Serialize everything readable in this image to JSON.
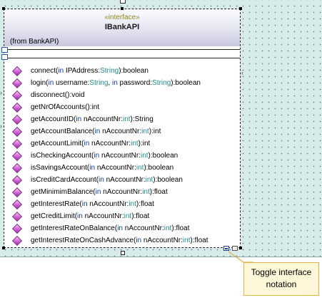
{
  "diagram": {
    "stereotype": "«interface»",
    "class_name": "IBankAPI",
    "from_package": "(from BankAPI)",
    "operations": [
      {
        "name": "connect(",
        "kw": "in",
        "rest1": " IPAddress:",
        "type1": "String",
        "rest2": "",
        "kw2": "",
        "rest3": "",
        "type2": "",
        "ret": "):boolean"
      },
      {
        "name": "login(",
        "kw": "in",
        "rest1": " username:",
        "type1": "String",
        "rest2": ", ",
        "kw2": "in",
        "rest3": " password:",
        "type2": "String",
        "ret": "):boolean"
      },
      {
        "name": "disconnect():void",
        "kw": "",
        "rest1": "",
        "type1": "",
        "rest2": "",
        "kw2": "",
        "rest3": "",
        "type2": "",
        "ret": ""
      },
      {
        "name": "getNrOfAccounts():int",
        "kw": "",
        "rest1": "",
        "type1": "",
        "rest2": "",
        "kw2": "",
        "rest3": "",
        "type2": "",
        "ret": ""
      },
      {
        "name": "getAccountID(",
        "kw": "in",
        "rest1": " nAccountNr:",
        "type1": "int",
        "rest2": "",
        "kw2": "",
        "rest3": "",
        "type2": "",
        "ret": "):String"
      },
      {
        "name": "getAccountBalance(",
        "kw": "in",
        "rest1": " nAccountNr:",
        "type1": "int",
        "rest2": "",
        "kw2": "",
        "rest3": "",
        "type2": "",
        "ret": "):int"
      },
      {
        "name": "getAccountLimit(",
        "kw": "in",
        "rest1": " nAccountNr:",
        "type1": "int",
        "rest2": "",
        "kw2": "",
        "rest3": "",
        "type2": "",
        "ret": "):int"
      },
      {
        "name": "isCheckingAccount(",
        "kw": "in",
        "rest1": " nAccountNr:",
        "type1": "int",
        "rest2": "",
        "kw2": "",
        "rest3": "",
        "type2": "",
        "ret": "):boolean"
      },
      {
        "name": "isSavingsAccount(",
        "kw": "in",
        "rest1": " nAccountNr:",
        "type1": "int",
        "rest2": "",
        "kw2": "",
        "rest3": "",
        "type2": "",
        "ret": "):boolean"
      },
      {
        "name": "isCreditCardAccount(",
        "kw": "in",
        "rest1": " nAccountNr:",
        "type1": "int",
        "rest2": "",
        "kw2": "",
        "rest3": "",
        "type2": "",
        "ret": "):boolean"
      },
      {
        "name": "getMinimimBalance(",
        "kw": "in",
        "rest1": " nAccountNr:",
        "type1": "int",
        "rest2": "",
        "kw2": "",
        "rest3": "",
        "type2": "",
        "ret": "):float"
      },
      {
        "name": "getInterestRate(",
        "kw": "in",
        "rest1": " nAccountNr:",
        "type1": "int",
        "rest2": "",
        "kw2": "",
        "rest3": "",
        "type2": "",
        "ret": "):float"
      },
      {
        "name": "getCreditLimit(",
        "kw": "in",
        "rest1": " nAccountNr:",
        "type1": "int",
        "rest2": "",
        "kw2": "",
        "rest3": "",
        "type2": "",
        "ret": "):float"
      },
      {
        "name": "getInterestRateOnBalance(",
        "kw": "in",
        "rest1": " nAccountNr:",
        "type1": "int",
        "rest2": "",
        "kw2": "",
        "rest3": "",
        "type2": "",
        "ret": "):float"
      },
      {
        "name": "getInterestRateOnCashAdvance(",
        "kw": "in",
        "rest1": " nAccountNr:",
        "type1": "int",
        "rest2": "",
        "kw2": "",
        "rest3": "",
        "type2": "",
        "ret": "):float"
      }
    ]
  },
  "callout": {
    "line1": "Toggle interface",
    "line2": "notation"
  },
  "colors": {
    "canvas": "#d7ebeb",
    "stereotype": "#8b8b22",
    "keyword": "#0b3aa5",
    "type": "#1d8c8c",
    "operation_icon": "#d26ad8",
    "callout_bg": "#fff7d8",
    "callout_border": "#e0b447"
  },
  "icons": {
    "operation": "operation-diamond-icon",
    "toggle": "toggle-interface-notation-icon"
  }
}
